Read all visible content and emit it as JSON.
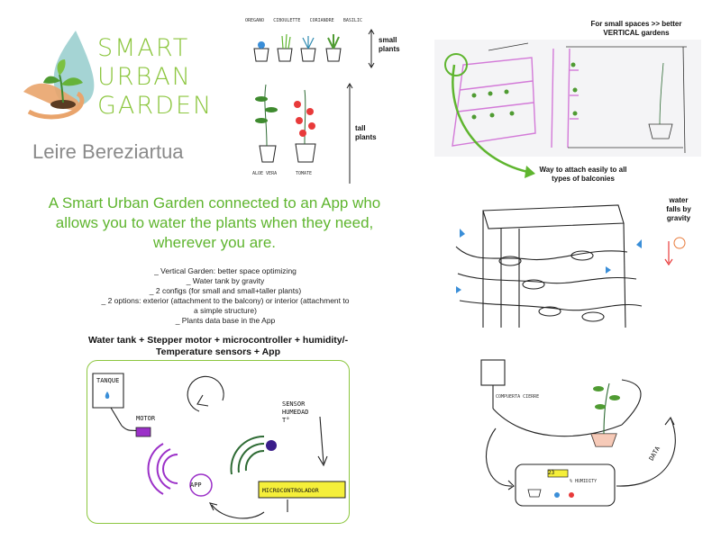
{
  "logo": {
    "line1": "SMART",
    "line2": "URBAN",
    "line3": "GARDEN"
  },
  "author": "Leire Bereziartua",
  "headline": {
    "line1": "A Smart Urban Garden connected to an App who",
    "line2": "allows you to water the plants when they need,",
    "line3": "wherever you are."
  },
  "features": [
    "_ Vertical Garden: better space optimizing",
    "_ Water tank by gravity",
    "_ 2 configs (for small and small+taller plants)",
    "_ 2 options: exterior (attachment to the balcony) or interior (attachment to",
    "a simple structure)",
    "_ Plants data base in the App"
  ],
  "components": {
    "line1": "Water tank + Stepper motor + microcontroller + humidity/-",
    "line2": "Temperature sensors + App"
  },
  "plants_sketch": {
    "small_label_1": "small",
    "small_label_2": "plants",
    "tall_label_1": "tall",
    "tall_label_2": "plants",
    "plant_names": [
      "OREGANO",
      "CIBOULETTE",
      "CORIANDRE",
      "BASILIC"
    ],
    "tall_names": [
      "ALOE VERA",
      "TOMATE"
    ]
  },
  "vertical_sketch": {
    "title_1": "For small spaces >> better",
    "title_2": "VERTICAL gardens"
  },
  "balcony_sketch": {
    "title_1": "Way to attach easily to all",
    "title_2": "types of balconies",
    "water_1": "water",
    "water_2": "falls by",
    "water_3": "gravity"
  },
  "circuit_sketch": {
    "tank": "TANQUE",
    "motor": "MOTOR",
    "sensor_1": "SENSOR",
    "sensor_2": "HUMEDAD",
    "sensor_3": "T°",
    "app": "APP",
    "micro": "MICROCONTROLADOR"
  },
  "app_sketch": {
    "data": "DATA",
    "humidity": "% HUMIDITY",
    "value": "23",
    "tube": "COMPUERTA CIERRE"
  },
  "colors": {
    "green": "#8cc63f",
    "headline_green": "#5fb52f",
    "purple": "#9b30c8",
    "dark_green": "#2e6b34",
    "yellow": "#f5ef3a",
    "pink": "#d37ad8",
    "blue": "#3a8ed8",
    "red": "#e83a3a"
  }
}
